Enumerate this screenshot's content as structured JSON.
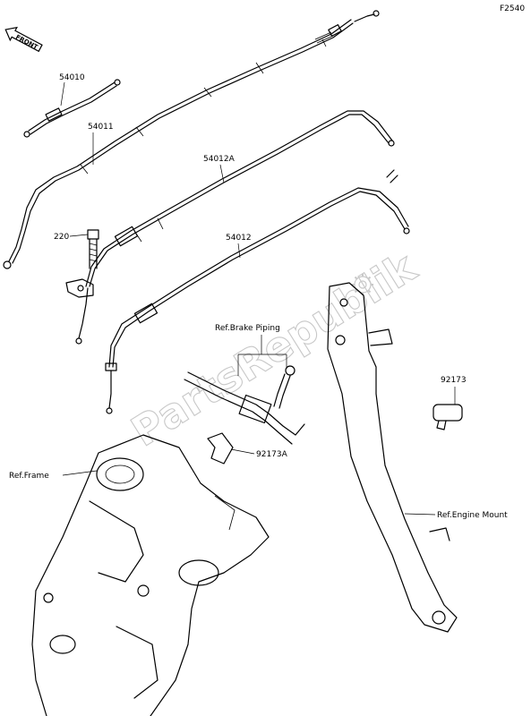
{
  "diagram_code": "F2540",
  "front_label": "FRONT",
  "watermark": "PartsRepublik",
  "callouts": {
    "p54010": "54010",
    "p54011": "54011",
    "p54012a": "54012A",
    "p54012": "54012",
    "p220": "220",
    "p92173": "92173",
    "p92173a": "92173A",
    "ref_brake": "Ref.Brake Piping",
    "ref_frame": "Ref.Frame",
    "ref_engine": "Ref.Engine Mount"
  },
  "colors": {
    "line": "#000000",
    "watermark": "#c8c8c8",
    "background": "#ffffff"
  },
  "icons": {
    "front_arrow": "front-direction-arrow-icon",
    "watermark_logo": "gear-logo-icon"
  }
}
